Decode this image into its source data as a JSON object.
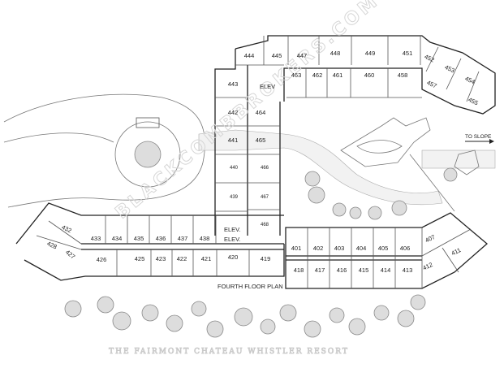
{
  "plan": {
    "title": "FOURTH FLOOR PLAN",
    "footer": "THE FAIRMONT CHATEAU WHISTLER RESORT",
    "watermark": "BLACKCOMBBROKERS.COM",
    "direction_label": "TO SLOPE",
    "elevator_label": "ELEV",
    "elevator_label_dot": "ELEV.",
    "rooms": {
      "r444": "444",
      "r445": "445",
      "r447": "447",
      "r448": "448",
      "r449": "449",
      "r451": "451",
      "r452": "452",
      "r453": "453",
      "r454": "454",
      "r455": "455",
      "r463": "463",
      "r462": "462",
      "r461": "461",
      "r460": "460",
      "r458": "458",
      "r457": "457",
      "r443": "443",
      "r442": "442",
      "r441": "441",
      "r440": "440",
      "r439": "439",
      "r464": "464",
      "r465": "465",
      "r466": "466",
      "r467": "467",
      "r468": "468",
      "r432": "432",
      "r433": "433",
      "r434": "434",
      "r435": "435",
      "r436": "436",
      "r437": "437",
      "r438": "438",
      "r428": "428",
      "r427": "427",
      "r426": "426",
      "r425": "425",
      "r423": "423",
      "r422": "422",
      "r421": "421",
      "r420": "420",
      "r419": "419",
      "r401": "401",
      "r402": "402",
      "r403": "403",
      "r404": "404",
      "r405": "405",
      "r406": "406",
      "r407": "407",
      "r418": "418",
      "r417": "417",
      "r416": "416",
      "r415": "415",
      "r414": "414",
      "r413": "413",
      "r412": "412",
      "r411": "411"
    }
  }
}
